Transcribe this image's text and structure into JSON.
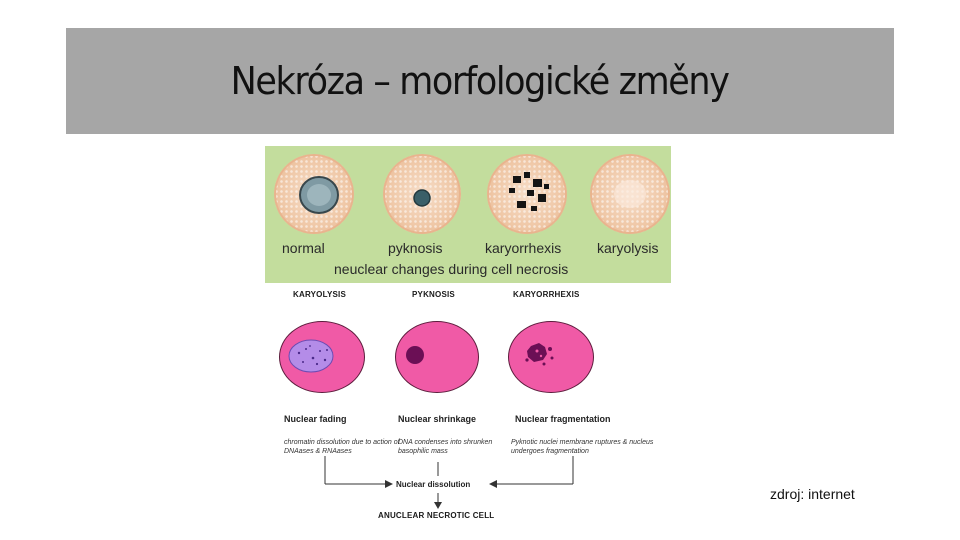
{
  "title": "Nekróza – morfologické změny",
  "source": "zdroj: internet",
  "top_panel": {
    "labels": [
      "normal",
      "pyknosis",
      "karyorrhexis",
      "karyolysis"
    ],
    "caption": "neuclear changes during cell necrosis"
  },
  "bottom_panel": {
    "headers": [
      "KARYOLYSIS",
      "PYKNOSIS",
      "KARYORRHEXIS"
    ],
    "titles": [
      "Nuclear fading",
      "Nuclear shrinkage",
      "Nuclear fragmentation"
    ],
    "descriptions": [
      "chromatin dissolution due to action of DNAases & RNAases",
      "DNA condenses into shrunken basophilic mass",
      "Pyknotic nuclei membrane ruptures & nucleus undergoes fragmentation"
    ],
    "dissolution": "Nuclear dissolution",
    "final": "ANUCLEAR NECROTIC CELL"
  },
  "colors": {
    "title_bar": "#a6a6a6",
    "green_panel": "#c3dd9d",
    "pink_cell": "#f05aa6",
    "karyolysis_nucleus": "#b48ce8",
    "dark_nucleus": "#6b0f55"
  }
}
